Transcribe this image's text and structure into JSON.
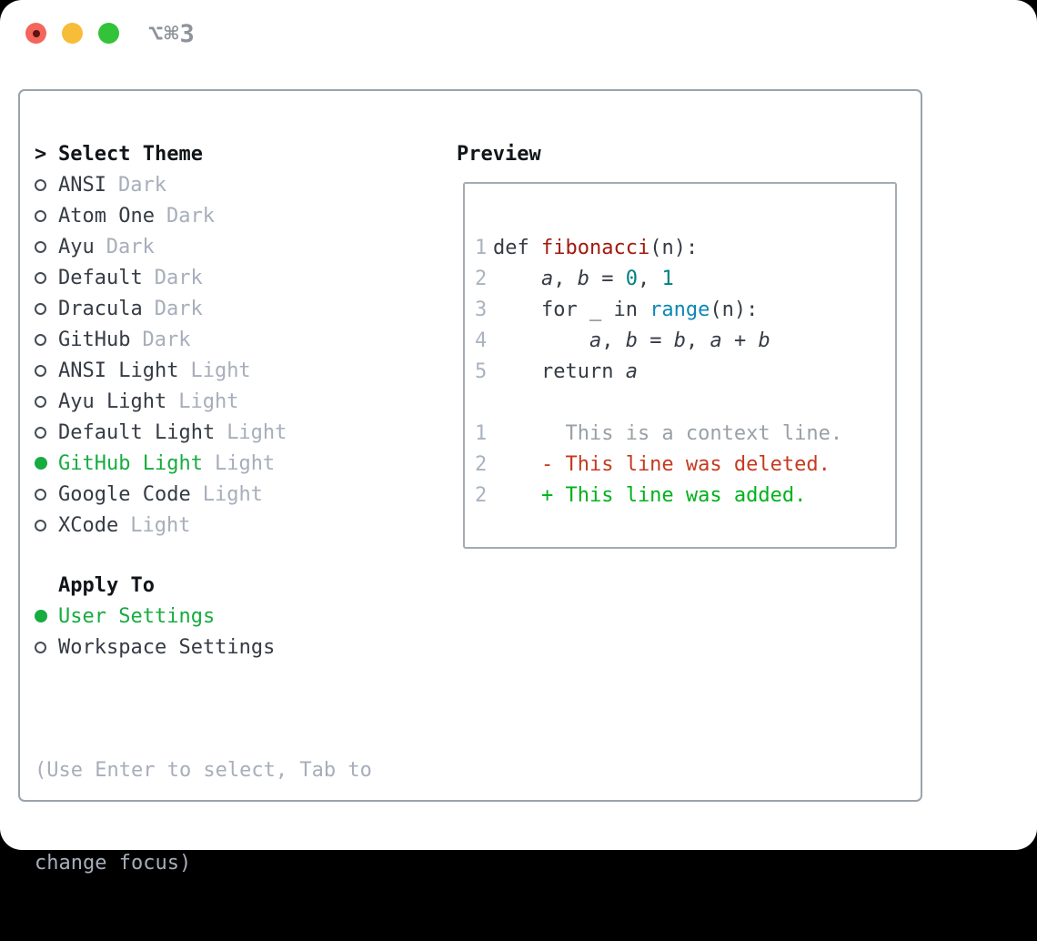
{
  "window": {
    "title": "⌥⌘3"
  },
  "colors": {
    "selection_green": "#16ac3f",
    "added_green": "#00b11c",
    "deleted_red": "#c53a20",
    "context_gray": "#9aa0a6",
    "function_red": "#a2190f",
    "number_teal": "#008080",
    "builtin_blue": "#0d87b5",
    "traffic_red": "#f3665b",
    "traffic_yellow": "#f7bc38",
    "traffic_green": "#32c338"
  },
  "theme_picker": {
    "prompt": ">",
    "title": "Select Theme",
    "items": [
      {
        "label": "ANSI",
        "tag": "Dark",
        "selected": false
      },
      {
        "label": "Atom One",
        "tag": "Dark",
        "selected": false
      },
      {
        "label": "Ayu",
        "tag": "Dark",
        "selected": false
      },
      {
        "label": "Default",
        "tag": "Dark",
        "selected": false
      },
      {
        "label": "Dracula",
        "tag": "Dark",
        "selected": false
      },
      {
        "label": "GitHub",
        "tag": "Dark",
        "selected": false
      },
      {
        "label": "ANSI Light",
        "tag": "Light",
        "selected": false
      },
      {
        "label": "Ayu Light",
        "tag": "Light",
        "selected": false
      },
      {
        "label": "Default Light",
        "tag": "Light",
        "selected": false
      },
      {
        "label": "GitHub Light",
        "tag": "Light",
        "selected": true
      },
      {
        "label": "Google Code",
        "tag": "Light",
        "selected": false
      },
      {
        "label": "XCode",
        "tag": "Light",
        "selected": false
      }
    ]
  },
  "apply_to": {
    "title": "Apply To",
    "options": [
      {
        "label": "User Settings",
        "selected": true
      },
      {
        "label": "Workspace Settings",
        "selected": false
      }
    ]
  },
  "hint": {
    "line1": "(Use Enter to select, Tab to",
    "line2": "change focus)"
  },
  "preview": {
    "title": "Preview",
    "code_lines": [
      {
        "num": "1",
        "segments": [
          {
            "text": "def ",
            "style": "plain"
          },
          {
            "text": "fibonacci",
            "style": "function"
          },
          {
            "text": "(n):",
            "style": "plain"
          }
        ]
      },
      {
        "num": "2",
        "segments": [
          {
            "text": "    ",
            "style": "plain"
          },
          {
            "text": "a",
            "style": "variable"
          },
          {
            "text": ", ",
            "style": "plain"
          },
          {
            "text": "b",
            "style": "variable"
          },
          {
            "text": " = ",
            "style": "plain"
          },
          {
            "text": "0",
            "style": "number"
          },
          {
            "text": ", ",
            "style": "plain"
          },
          {
            "text": "1",
            "style": "number"
          }
        ]
      },
      {
        "num": "3",
        "segments": [
          {
            "text": "    for _ in ",
            "style": "plain"
          },
          {
            "text": "range",
            "style": "builtin"
          },
          {
            "text": "(n):",
            "style": "plain"
          }
        ]
      },
      {
        "num": "4",
        "segments": [
          {
            "text": "        ",
            "style": "plain"
          },
          {
            "text": "a",
            "style": "variable"
          },
          {
            "text": ", ",
            "style": "plain"
          },
          {
            "text": "b",
            "style": "variable"
          },
          {
            "text": " = ",
            "style": "plain"
          },
          {
            "text": "b",
            "style": "variable"
          },
          {
            "text": ", ",
            "style": "plain"
          },
          {
            "text": "a",
            "style": "variable"
          },
          {
            "text": " + ",
            "style": "plain"
          },
          {
            "text": "b",
            "style": "variable"
          }
        ]
      },
      {
        "num": "5",
        "segments": [
          {
            "text": "    return ",
            "style": "plain"
          },
          {
            "text": "a",
            "style": "variable"
          }
        ]
      }
    ],
    "diff_lines": [
      {
        "num": "1",
        "kind": "context",
        "text": "      This is a context line."
      },
      {
        "num": "2",
        "kind": "deleted",
        "text": "    - This line was deleted."
      },
      {
        "num": "2",
        "kind": "added",
        "text": "    + This line was added."
      }
    ]
  }
}
